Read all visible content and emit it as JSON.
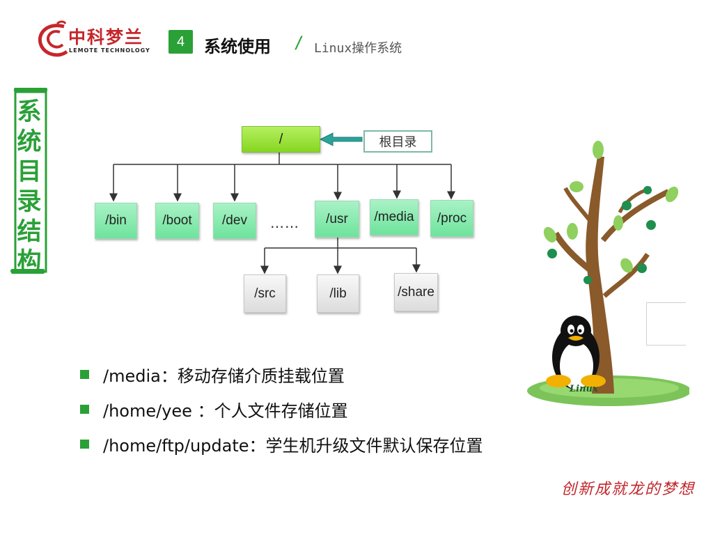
{
  "header": {
    "logo_text": "中科梦兰",
    "logo_subtext": "LEMOTE TECHNOLOGY",
    "chapter_number": "4",
    "title": "系统使用",
    "separator": "/",
    "subtitle": "Linux操作系统"
  },
  "side_title": [
    "系",
    "统",
    "目",
    "录",
    "结",
    "构"
  ],
  "diagram": {
    "root": "/",
    "root_label": "根目录",
    "first_level": [
      "/bin",
      "/boot",
      "/dev",
      "/usr",
      "/media",
      "/proc"
    ],
    "ellipsis": "……",
    "usr_children": [
      "/src",
      "/lib",
      "/share"
    ]
  },
  "bullets": [
    "/media：移动存储介质挂载位置",
    "/home/yee ：个人文件存储位置",
    "/home/ftp/update：学生机升级文件默认保存位置"
  ],
  "illustration": {
    "penguin_caption": "Linux"
  },
  "slogan": "创新成就龙的梦想",
  "colors": {
    "accent_green": "#2aa037",
    "root_node": "#86d620",
    "dir_node": "#6ee39c",
    "logo_red": "#c6262b"
  }
}
